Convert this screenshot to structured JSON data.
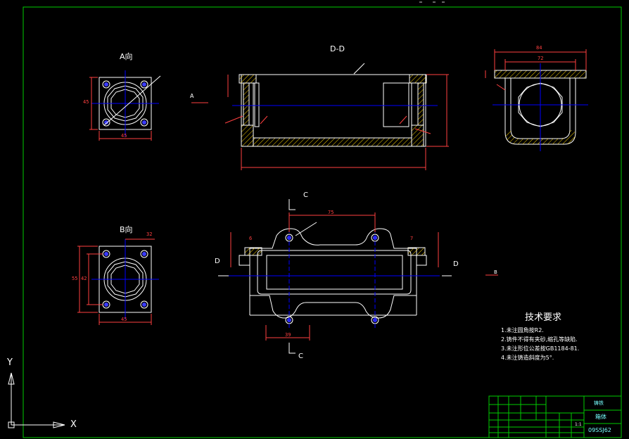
{
  "views": {
    "a_view_title": "A向",
    "b_view_title": "B向",
    "dd_title": "D-D",
    "section_mark_a": "A",
    "section_mark_b": "B",
    "section_mark_c_top": "C",
    "section_mark_c_bottom": "C",
    "section_mark_d_left": "D",
    "section_mark_d_right": "D"
  },
  "dimensions": {
    "a_width": "45",
    "a_height": "45",
    "b_width": "45",
    "b_height_outer": "55",
    "b_height_inner": "42",
    "b_offset": "32",
    "top_span": "75",
    "bottom_span": "39",
    "right_outer": "84",
    "right_inner": "72",
    "left_small": "6",
    "right_small": "7"
  },
  "tech_notes": {
    "title": "技术要求",
    "lines": [
      "1.未注圆角按R2.",
      "2.铸件不得有夹砂,缩孔等缺陷.",
      "3.未注形位公差按GB1184-81.",
      "4.未注铸造斜度为5°."
    ]
  },
  "title_block": {
    "part_name": "箱体",
    "drawing_number": "09SSJ62",
    "scale": "1:1",
    "material": "铸铁"
  },
  "ucs": {
    "x_label": "X",
    "y_label": "Y"
  },
  "colors": {
    "frame": "#00cc00",
    "part_line": "#ffffff",
    "center_line": "#0000ff",
    "dimension": "#ff4040",
    "hatch": "#ffd700",
    "hole": "#3a3aff"
  }
}
